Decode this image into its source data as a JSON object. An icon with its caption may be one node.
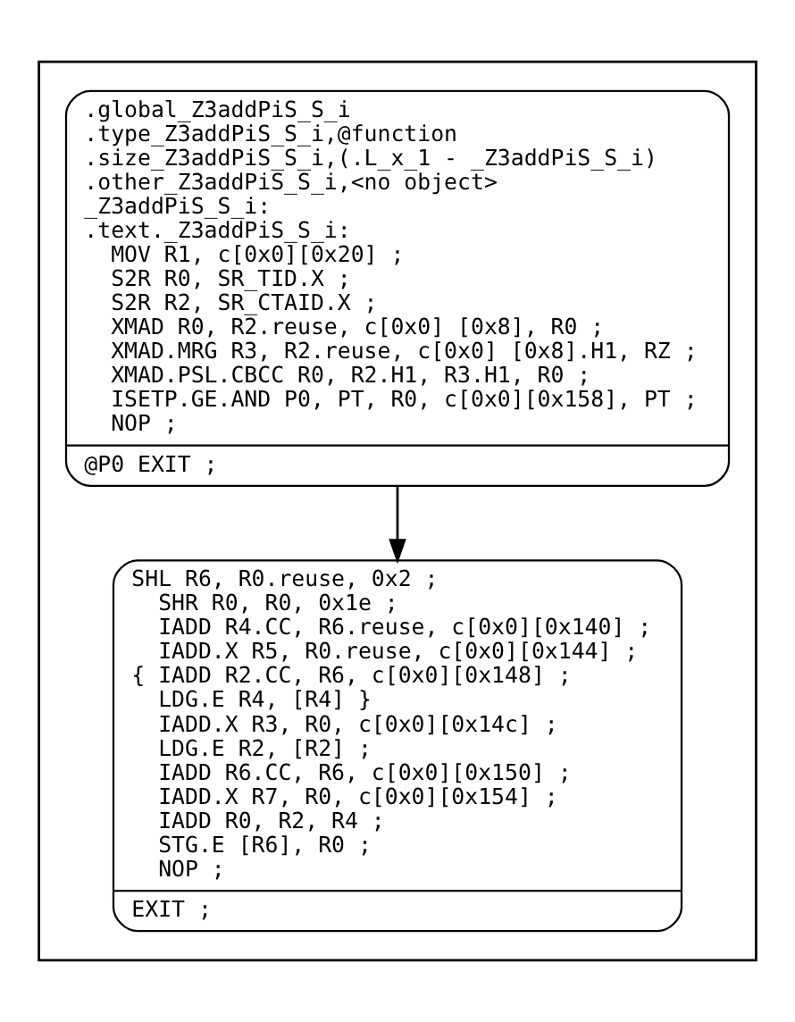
{
  "diagram": {
    "nodes": [
      {
        "text": [],
        "shape": "box"
      },
      {
        "text": [
          ".global_Z3addPiS_S_i",
          ".type_Z3addPiS_S_i,@function",
          ".size_Z3addPiS_S_i,(.L_x_1 - _Z3addPiS_S_i)",
          ".other_Z3addPiS_S_i,<no object>",
          "_Z3addPiS_S_i:",
          ".text._Z3addPiS_S_i:",
          "  MOV R1, c[0x0][0x20] ;",
          "  S2R R0, SR_TID.X ;",
          "  S2R R2, SR_CTAID.X ;",
          "  XMAD R0, R2.reuse, c[0x0] [0x8], R0 ;",
          "  XMAD.MRG R3, R2.reuse, c[0x0] [0x8].H1, RZ ;",
          "  XMAD.PSL.CBCC R0, R2.H1, R3.H1, R0 ;",
          "  ISETP.GE.AND P0, PT, R0, c[0x0][0x158], PT ;",
          "  NOP ;",
          "@P0 EXIT ;"
        ],
        "in": 0
      },
      {
        "text": [
          "SHL R6, R0.reuse, 0x2 ;",
          "  SHR R0, R0, 0x1e ;",
          "  IADD R4.CC, R6.reuse, c[0x0][0x140] ;",
          "  IADD.X R5, R0.reuse, c[0x0][0x144] ;",
          "{ IADD R2.CC, R6, c[0x0][0x148] ;",
          "  LDG.E R4, [R4] }",
          "  IADD.X R3, R0, c[0x0][0x14c] ;",
          "  LDG.E R2, [R2] ;",
          "  IADD R6.CC, R6, c[0x0][0x150] ;",
          "  IADD.X R7, R0, c[0x0][0x154] ;",
          "  IADD R0, R2, R4 ;",
          "  STG.E [R6], R0 ;",
          "  NOP ;",
          "EXIT ;"
        ],
        "in": 0
      }
    ],
    "edges": [
      {
        "from": 1,
        "to": 2,
        "arrow": "to"
      }
    ]
  }
}
